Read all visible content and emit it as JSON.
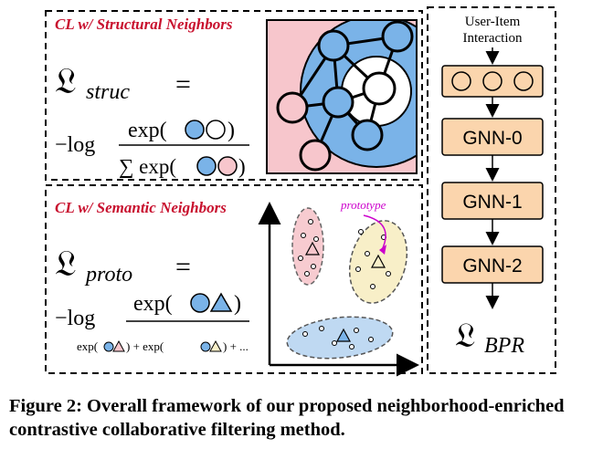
{
  "structural": {
    "title": "CL w/ Structural Neighbors",
    "loss_symbol": "𝔏",
    "loss_subscript": "struc",
    "equals": "=",
    "neg_log": "−log",
    "numerator": "exp(",
    "close": ")",
    "denominator": "∑ exp("
  },
  "semantic": {
    "title": "CL w/ Semantic Neighbors",
    "loss_symbol": "𝔏",
    "loss_subscript": "proto",
    "equals": "=",
    "neg_log": "−log",
    "numerator": "exp(",
    "close": ")",
    "denom_a": "exp(",
    "denom_b": ") + exp(",
    "denom_c": ") + ...",
    "prototype_label": "prototype"
  },
  "pipeline": {
    "input_label_line1": "User-Item",
    "input_label_line2": "Interaction",
    "layers": [
      "GNN-0",
      "GNN-1",
      "GNN-2"
    ],
    "output_symbol": "𝔏",
    "output_subscript": "BPR"
  },
  "caption": "Figure 2: Overall framework of our proposed neighborhood-enriched contrastive collaborative filtering method.",
  "colors": {
    "title_red": "#c8102e",
    "pink": "#f7c6cc",
    "blue": "#7ab3e8",
    "orange": "#fbd5ad",
    "yellow": "#f8efc8",
    "light_blue": "#bfd9f2",
    "magenta": "#cc00cc"
  }
}
